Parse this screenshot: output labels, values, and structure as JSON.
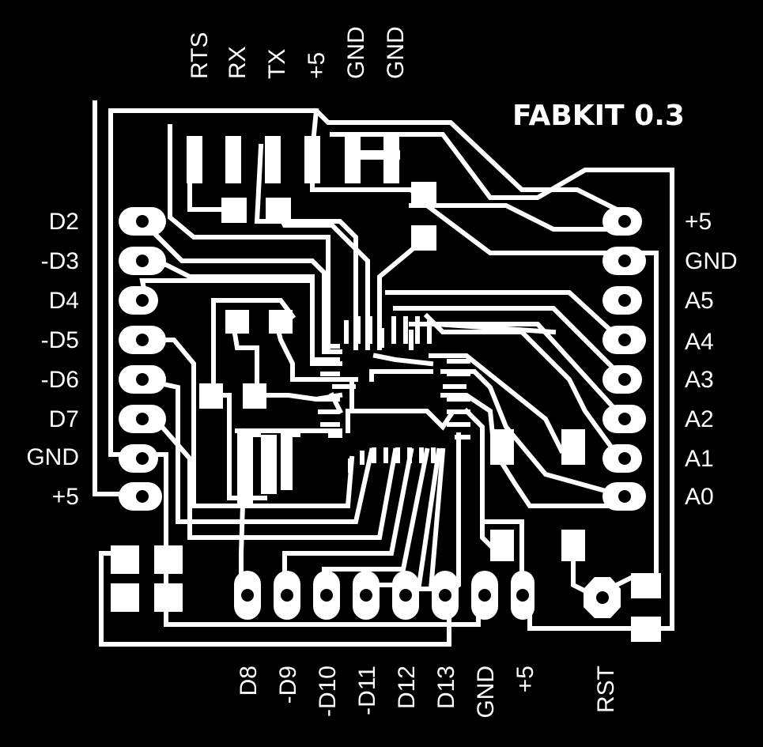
{
  "board": {
    "title": "FABKIT 0.3",
    "colors": {
      "background": "#000000",
      "copper": "#ffffff"
    },
    "header_pins": [
      "RTS",
      "RX",
      "TX",
      "+5",
      "GND",
      "GND"
    ],
    "left_pins": [
      "D2",
      "-D3",
      "D4",
      "-D5",
      "-D6",
      "D7",
      "GND",
      "+5"
    ],
    "right_pins": [
      "+5",
      "GND",
      "A5",
      "A4",
      "A3",
      "A2",
      "A1",
      "A0"
    ],
    "bottom_pins": [
      "D8",
      "-D9",
      "-D10",
      "-D11",
      "D12",
      "D13",
      "GND",
      "+5"
    ],
    "reset_label": "RST"
  }
}
